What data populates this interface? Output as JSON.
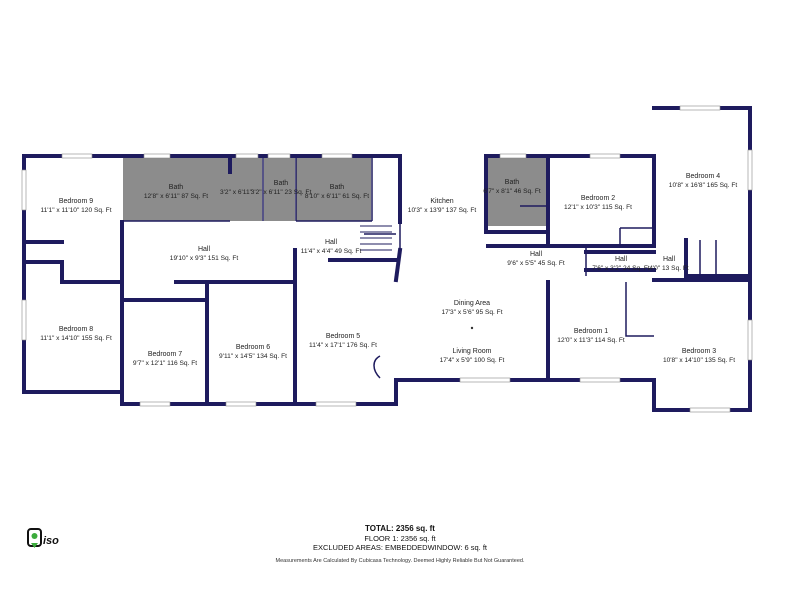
{
  "rooms": [
    {
      "id": "bedroom-9",
      "name": "Bedroom 9",
      "dims": "11'1\" x 11'10\" 120 Sq. Ft"
    },
    {
      "id": "bath-1",
      "name": "Bath",
      "dims": "12'8\" x 6'11\" 87 Sq. Ft"
    },
    {
      "id": "bath-2",
      "name": "",
      "dims": "3'2\" x 6'11\""
    },
    {
      "id": "bath-3",
      "name": "Bath",
      "dims": "3'2\" x 6'11\" 23 Sq. Ft"
    },
    {
      "id": "bath-4",
      "name": "Bath",
      "dims": "8'10\" x 6'11\" 61 Sq. Ft"
    },
    {
      "id": "kitchen",
      "name": "Kitchen",
      "dims": "10'3\" x 13'9\" 137 Sq. Ft"
    },
    {
      "id": "bath-5",
      "name": "Bath",
      "dims": "6'7\" x 8'1\" 46 Sq. Ft"
    },
    {
      "id": "bedroom-2",
      "name": "Bedroom 2",
      "dims": "12'1\" x 10'3\" 115 Sq. Ft"
    },
    {
      "id": "bedroom-4",
      "name": "Bedroom 4",
      "dims": "10'8\" x 16'8\" 165 Sq. Ft"
    },
    {
      "id": "hall-main",
      "name": "Hall",
      "dims": "19'10\" x 9'3\" 151 Sq. Ft"
    },
    {
      "id": "hall-2",
      "name": "Hall",
      "dims": "11'4\" x 4'4\" 49 Sq. Ft"
    },
    {
      "id": "hall-3",
      "name": "Hall",
      "dims": "9'6\" x 5'5\" 45 Sq. Ft"
    },
    {
      "id": "hall-4",
      "name": "Hall",
      "dims": "7'6\" x 3'2\" 24 Sq. Ft"
    },
    {
      "id": "hall-5",
      "name": "Hall",
      "dims": "4'0\" 13 Sq. Ft"
    },
    {
      "id": "dining-area",
      "name": "Dining Area",
      "dims": "17'3\" x 5'6\" 95 Sq. Ft"
    },
    {
      "id": "living-room",
      "name": "Living Room",
      "dims": "17'4\" x 5'9\" 100 Sq. Ft"
    },
    {
      "id": "bedroom-8",
      "name": "Bedroom 8",
      "dims": "11'1\" x 14'10\" 155 Sq. Ft"
    },
    {
      "id": "bedroom-7",
      "name": "Bedroom 7",
      "dims": "9'7\" x 12'1\" 116 Sq. Ft"
    },
    {
      "id": "bedroom-6",
      "name": "Bedroom 6",
      "dims": "9'11\" x 14'5\" 134 Sq. Ft"
    },
    {
      "id": "bedroom-5",
      "name": "Bedroom 5",
      "dims": "11'4\" x 17'1\" 176 Sq. Ft"
    },
    {
      "id": "bedroom-1",
      "name": "Bedroom 1",
      "dims": "12'0\" x 11'3\" 114 Sq. Ft"
    },
    {
      "id": "bedroom-3",
      "name": "Bedroom 3",
      "dims": "10'8\" x 14'10\" 135 Sq. Ft"
    }
  ],
  "summary": {
    "total": "TOTAL: 2356 sq. ft",
    "floor": "FLOOR 1: 2356 sq. ft",
    "excluded": "EXCLUDED AREAS: EMBEDDEDWINDOW: 6 sq. ft",
    "disclaimer": "Measurements Are Calculated By Cubicasa Technology. Deemed Highly Reliable But Not Guaranteed."
  },
  "logo": {
    "text": "iso"
  },
  "colors": {
    "wall": "#1e1b5e",
    "bath_fill": "#8c8c8c",
    "floor": "#ffffff"
  }
}
